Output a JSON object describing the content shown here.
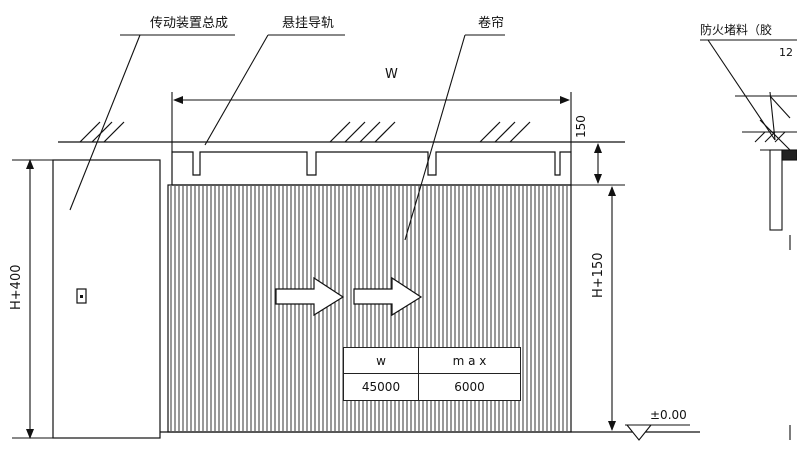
{
  "labels": {
    "drive": "传动装置总成",
    "rail": "悬挂导轨",
    "curtain": "卷帘",
    "fireproof": "防火堵料（胶",
    "width_dim": "W",
    "height_left": "H+400",
    "height_right": "H+150",
    "top_dim": "150",
    "floor_level": "±0.00",
    "side_dim": "12"
  },
  "table": {
    "headers": [
      "w",
      "m a x"
    ],
    "rows": [
      [
        "45000",
        "6000"
      ]
    ]
  },
  "colors": {
    "line": "#111111",
    "slat": "#333333",
    "background": "#ffffff"
  }
}
